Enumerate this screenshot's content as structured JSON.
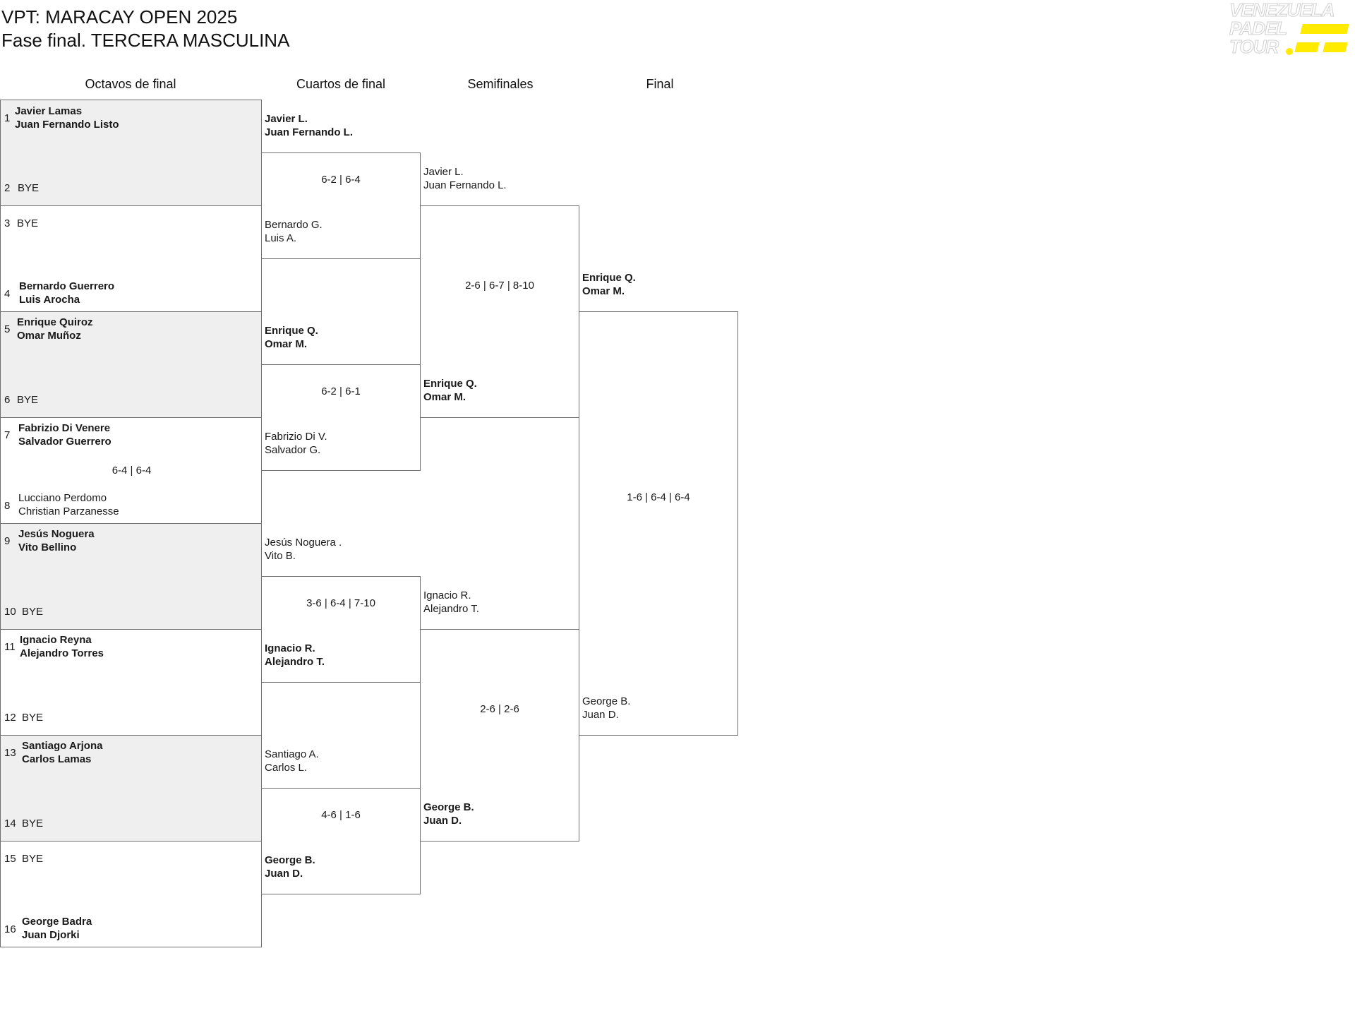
{
  "header": {
    "title": "VPT: MARACAY OPEN 2025",
    "subtitle": "Fase final. TERCERA MASCULINA"
  },
  "logo": {
    "lines": [
      "VENEZUELA",
      "PADEL",
      "TOUR"
    ],
    "accent_color": "#FFEB00"
  },
  "rounds": [
    "Octavos de final",
    "Cuartos de final",
    "Semifinales",
    "Final"
  ],
  "octavos": {
    "seeds": [
      "1",
      "2",
      "3",
      "4",
      "5",
      "6",
      "7",
      "8",
      "9",
      "10",
      "11",
      "12",
      "13",
      "14",
      "15",
      "16"
    ],
    "bye_label": "BYE",
    "teams": [
      [
        "Javier Lamas",
        "Juan Fernando Listo"
      ],
      [
        "Bernardo Guerrero",
        "Luis Arocha"
      ],
      [
        "Enrique Quiroz",
        "Omar Muñoz"
      ],
      [
        "Fabrizio Di Venere",
        "Salvador Guerrero"
      ],
      [
        "Lucciano Perdomo",
        "Christian Parzanesse"
      ],
      [
        "Jesús Noguera",
        "Vito Bellino"
      ],
      [
        "Ignacio Reyna",
        "Alejandro Torres"
      ],
      [
        "Santiago Arjona",
        "Carlos Lamas"
      ],
      [
        "George Badra",
        "Juan Djorki"
      ]
    ],
    "scores": [
      "6-4 | 6-4"
    ]
  },
  "cuartos": {
    "teams": [
      [
        "Javier L.",
        "Juan Fernando L."
      ],
      [
        "Bernardo G.",
        "Luis A."
      ],
      [
        "Enrique Q.",
        "Omar M."
      ],
      [
        "Fabrizio Di V.",
        "Salvador G."
      ],
      [
        "Jesús Noguera .",
        "Vito B."
      ],
      [
        "Ignacio R.",
        "Alejandro T."
      ],
      [
        "Santiago A.",
        "Carlos L."
      ],
      [
        "George B.",
        "Juan D."
      ]
    ],
    "scores": [
      "6-2 | 6-4",
      "6-2 | 6-1",
      "3-6 | 6-4 | 7-10",
      "4-6 | 1-6"
    ]
  },
  "semis": {
    "teams": [
      [
        "Javier L.",
        "Juan Fernando L."
      ],
      [
        "Enrique Q.",
        "Omar M."
      ],
      [
        "Ignacio R.",
        "Alejandro T."
      ],
      [
        "George B.",
        "Juan D."
      ]
    ],
    "scores": [
      "2-6 | 6-7 | 8-10",
      "2-6 | 2-6"
    ]
  },
  "final": {
    "teams": [
      [
        "Enrique Q.",
        "Omar M."
      ],
      [
        "George B.",
        "Juan D."
      ]
    ],
    "scores": [
      "1-6 | 6-4 | 6-4"
    ]
  }
}
